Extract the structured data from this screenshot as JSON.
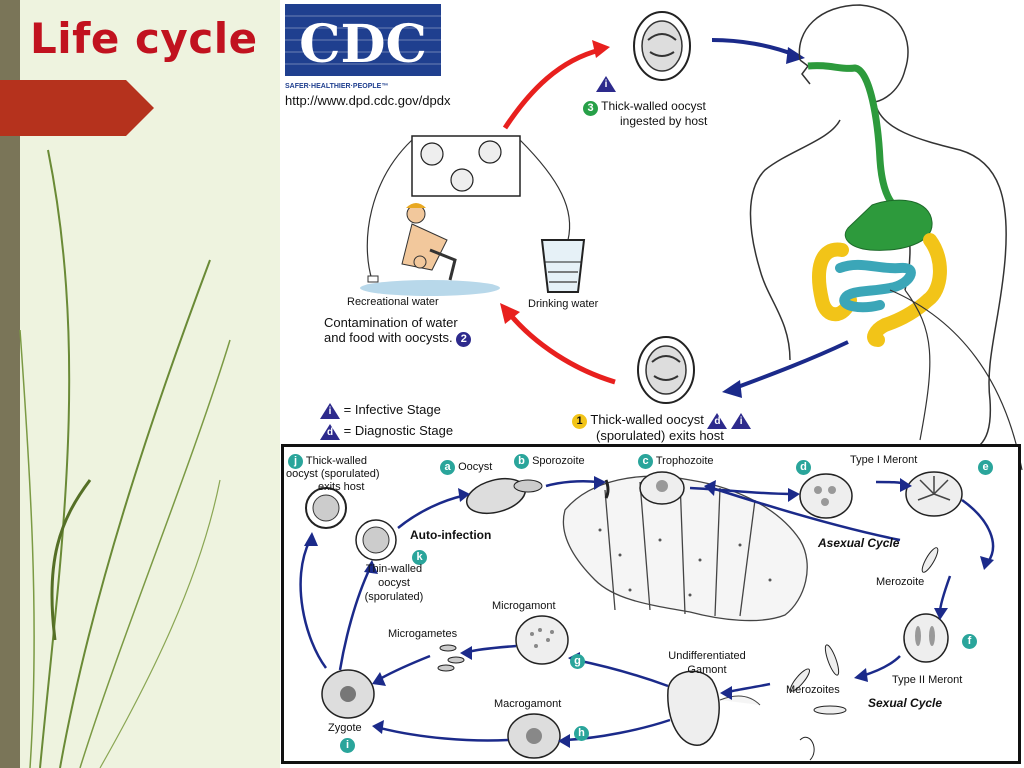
{
  "slide": {
    "title": "Life cycle",
    "colors": {
      "title": "#c1121f",
      "arrow_tab": "#b5321d",
      "leaf": "#5c7a2a",
      "background": "#eef3df"
    }
  },
  "logo": {
    "text": "CDC",
    "tagline": "SAFER·HEALTHIER·PEOPLE™",
    "url": "http://www.dpd.cdc.gov/dpdx"
  },
  "top": {
    "step3_badge": "3",
    "step3_line1": "Thick-walled oocyst",
    "step3_line2": "ingested by host",
    "recreational": "Recreational water",
    "drinking": "Drinking water",
    "step2_line1": "Contamination of water",
    "step2_line2": "and food with oocysts.",
    "step2_badge": "2",
    "step1_badge": "1",
    "step1_line1": "Thick-walled oocyst",
    "step1_line2": "(sporulated) exits host",
    "legend_i": "= Infective Stage",
    "legend_d": "= Diagnostic Stage",
    "letter_i": "i",
    "letter_d": "d"
  },
  "bottom": {
    "j_badge": "j",
    "j_line1": "Thick-walled",
    "j_line2": "oocyst (sporulated)",
    "j_line3": "exits host",
    "a_badge": "a",
    "a_label": "Oocyst",
    "b_badge": "b",
    "b_label": "Sporozoite",
    "c_badge": "c",
    "c_label": "Trophozoite",
    "d_badge": "d",
    "type1": "Type I Meront",
    "e_badge": "e",
    "auto_infection": "Auto-infection",
    "k_badge": "k",
    "k_line1": "Thin-walled",
    "k_line2": "oocyst",
    "k_line3": "(sporulated)",
    "asexual": "Asexual Cycle",
    "merozoite": "Merozoite",
    "f_badge": "f",
    "microgamont": "Microgamont",
    "microgametes": "Microgametes",
    "g_badge": "g",
    "undiff_line1": "Undifferentiated",
    "undiff_line2": "Gamont",
    "type2": "Type II Meront",
    "merozoites": "Merozoites",
    "sexual": "Sexual Cycle",
    "macrogamont": "Macrogamont",
    "h_badge": "h",
    "zygote": "Zygote",
    "i_badge": "i"
  }
}
